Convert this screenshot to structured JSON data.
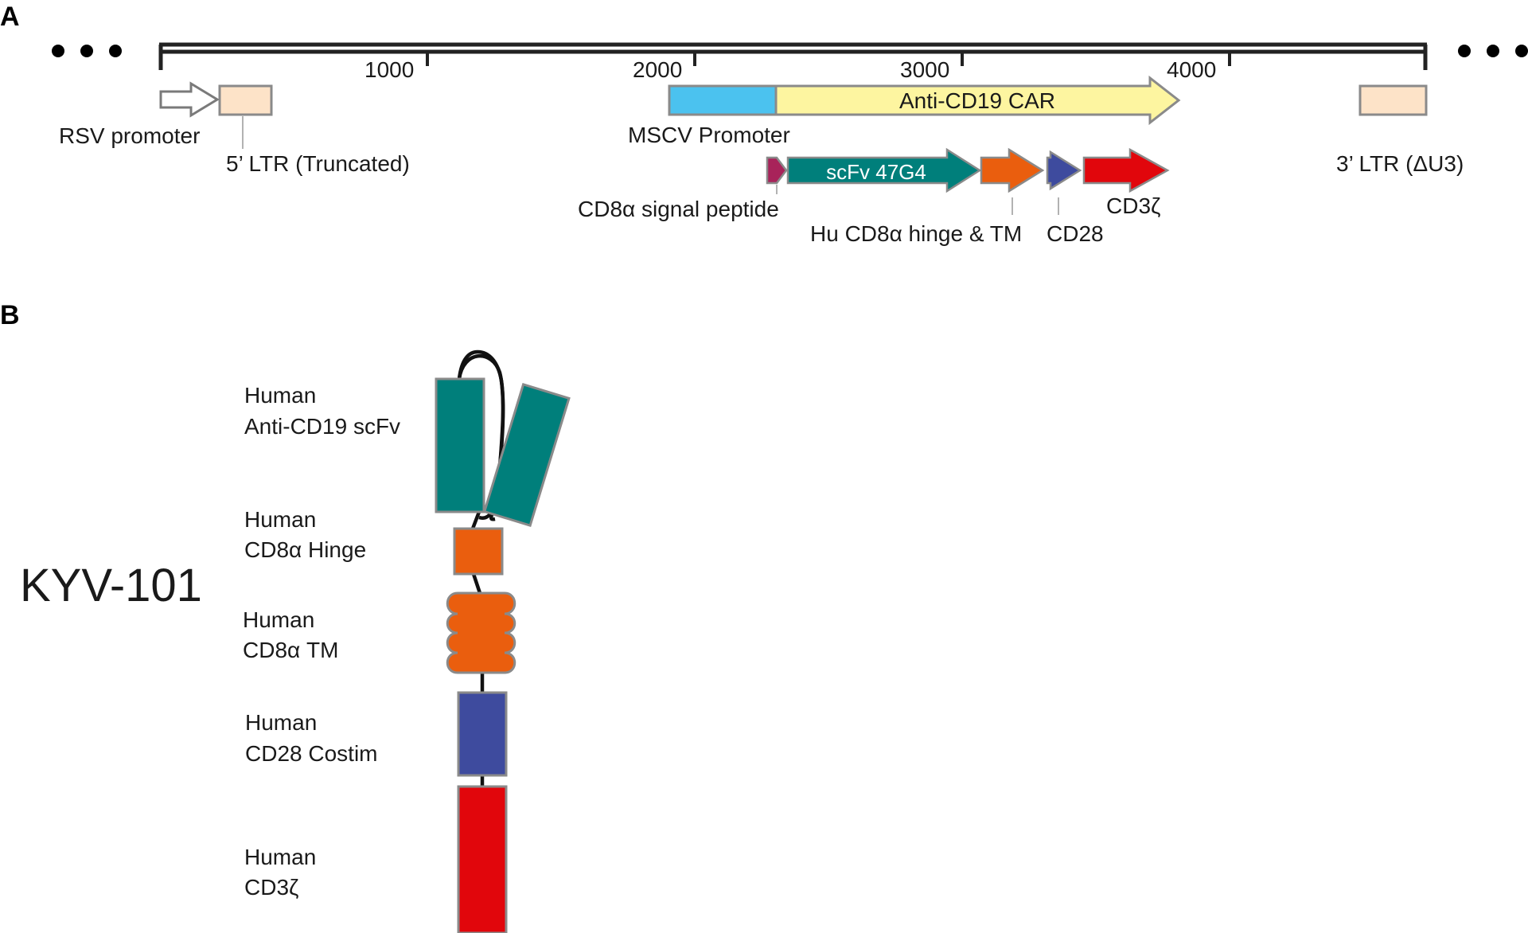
{
  "panel_a": {
    "letter": "A",
    "scale_ticks": [
      "1000",
      "2000",
      "3000",
      "4000"
    ],
    "elements": {
      "rsv_promoter": "RSV promoter",
      "ltr5": "5’ LTR (Truncated)",
      "mscv_promoter": "MSCV Promoter",
      "car": "Anti-CD19 CAR",
      "ltr3": "3’ LTR (ΔU3)",
      "signal_peptide": "CD8α signal peptide",
      "scfv": "scFv 47G4",
      "hinge_tm": "Hu CD8α hinge & TM",
      "cd28": "CD28",
      "cd3z": "CD3ζ"
    }
  },
  "panel_b": {
    "letter": "B",
    "construct_name": "KYV-101",
    "domains": [
      {
        "line1": "Human",
        "line2": "Anti-CD19 scFv"
      },
      {
        "line1": "Human",
        "line2": "CD8α Hinge"
      },
      {
        "line1": "Human",
        "line2": "CD8α TM"
      },
      {
        "line1": "Human",
        "line2": "CD28 Costim"
      },
      {
        "line1": "Human",
        "line2": "CD3ζ"
      }
    ]
  },
  "colors": {
    "ltr": "#fde3c8",
    "mscv": "#4bc2ef",
    "car": "#fdf5a0",
    "signal": "#a8235a",
    "scfv": "#007f7b",
    "hinge": "#ea5e0e",
    "cd28": "#3e4b9e",
    "cd3z": "#e1060c",
    "outline": "#8a8a8a"
  }
}
